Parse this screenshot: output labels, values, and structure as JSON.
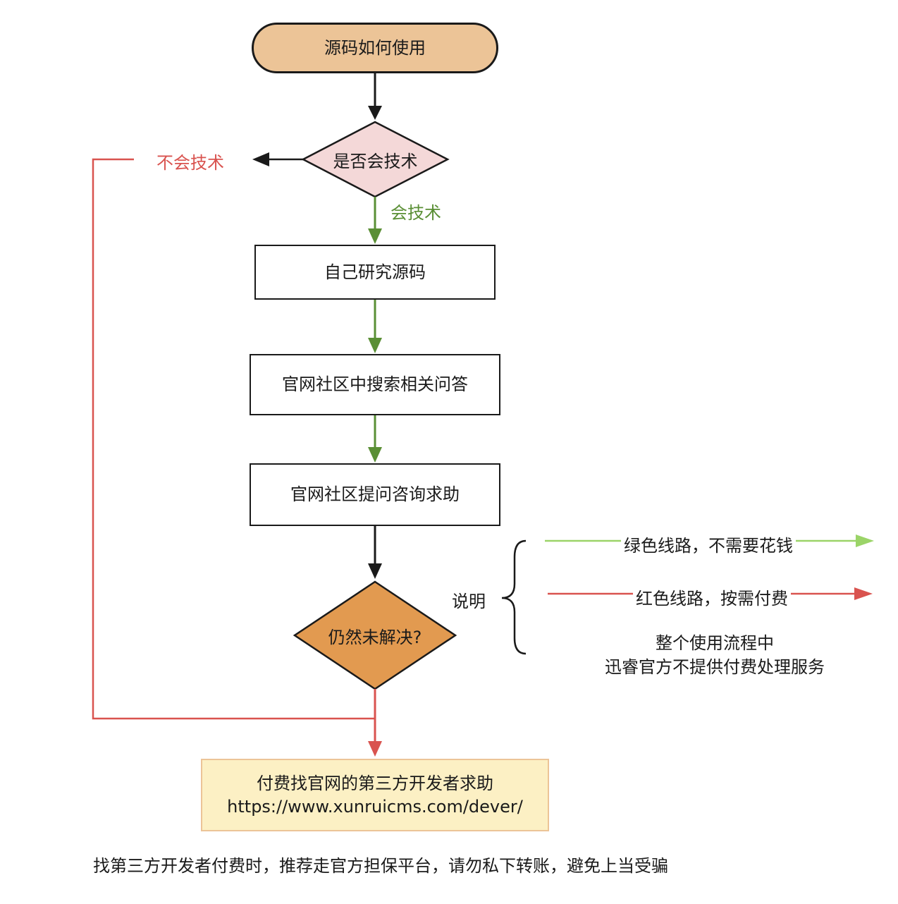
{
  "flow": {
    "start": "源码如何使用",
    "decision_tech": "是否会技术",
    "branch_no_tech": "不会技术",
    "branch_tech": "会技术",
    "step_research": "自己研究源码",
    "step_search": "官网社区中搜索相关问答",
    "step_ask": "官网社区提问咨询求助",
    "decision_unresolved": "仍然未解决?",
    "final_line1": "付费找官网的第三方开发者求助",
    "final_line2": "https://www.xunruicms.com/dever/"
  },
  "legend": {
    "title": "说明",
    "green_text": "绿色线路，不需要花钱",
    "red_text": "红色线路，按需付费",
    "note_line1": "整个使用流程中",
    "note_line2": "迅睿官方不提供付费处理服务"
  },
  "footer": "找第三方开发者付费时，推荐走官方担保平台，请勿私下转账，避免上当受骗",
  "colors": {
    "black": "#1a1a1a",
    "green": "#5a8f35",
    "legend_green": "#9bd468",
    "red": "#d9534f",
    "terminal_fill": "#ecc497",
    "decision1_fill": "#f4d8d8",
    "decision2_fill": "#e29a50",
    "final_fill": "#fcf0c4"
  }
}
